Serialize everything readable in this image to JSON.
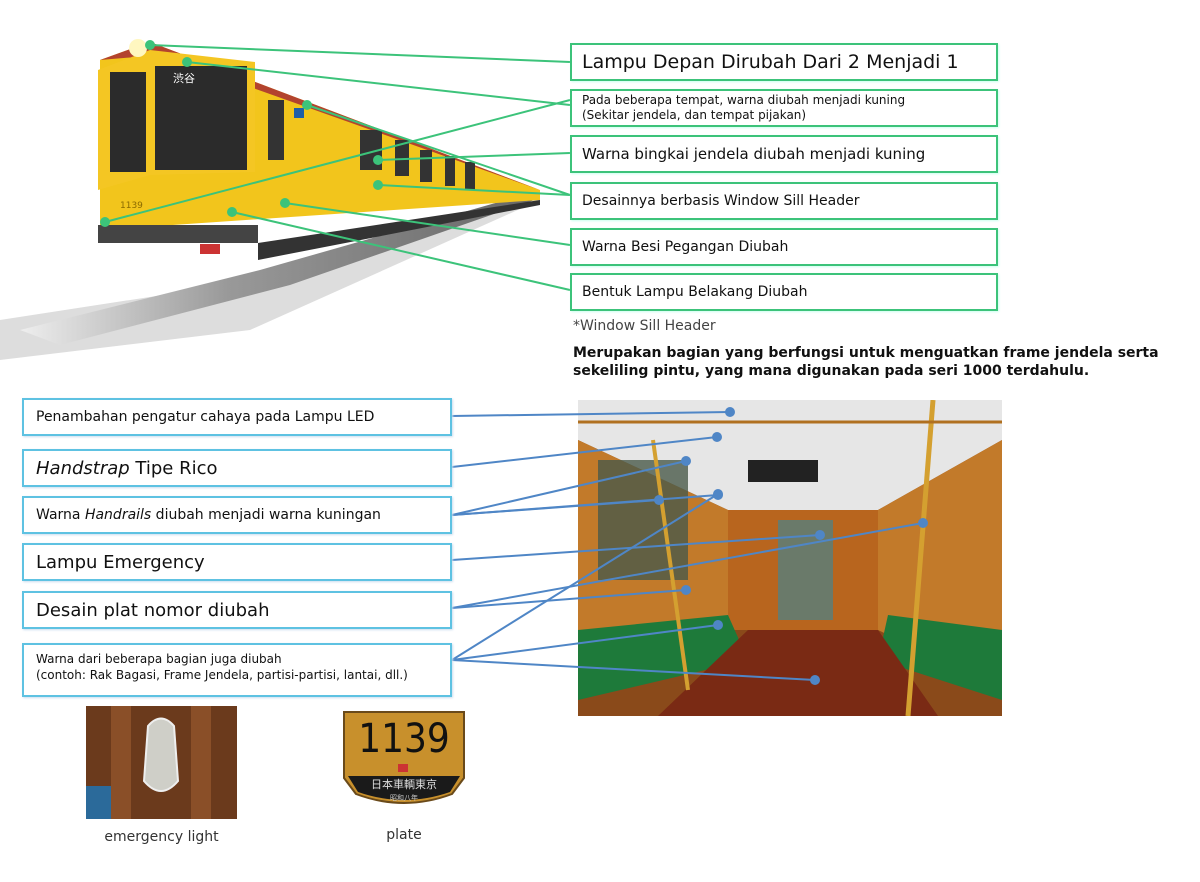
{
  "exterior_callouts": [
    {
      "text": "Lampu Depan Dirubah Dari 2 Menjadi 1"
    },
    {
      "line1": "Pada beberapa tempat, warna diubah menjadi kuning",
      "line2": "(Sekitar jendela, dan tempat pijakan)"
    },
    {
      "text": "Warna bingkai jendela diubah menjadi kuning"
    },
    {
      "text": "Desainnya berbasis Window Sill Header"
    },
    {
      "text": "Warna Besi Pegangan Diubah"
    },
    {
      "text": "Bentuk Lampu Belakang Diubah"
    }
  ],
  "note": {
    "heading": "*Window Sill Header",
    "body": "Merupakan bagian yang berfungsi untuk menguatkan frame jendela serta sekeliling pintu, yang mana digunakan pada seri 1000 terdahulu."
  },
  "interior_callouts": [
    {
      "text": "Penambahan pengatur cahaya pada Lampu LED"
    },
    {
      "italic": "Handstrap",
      "rest": " Tipe Rico"
    },
    {
      "pre": "Warna ",
      "italic": "Handrails",
      "rest": " diubah menjadi warna kuningan"
    },
    {
      "text": "Lampu Emergency"
    },
    {
      "text": "Desain plat nomor diubah"
    },
    {
      "line1": "Warna dari beberapa bagian juga diubah",
      "line2": "(contoh: Rak Bagasi, Frame Jendela, partisi-partisi, lantai, dll.)"
    }
  ],
  "train": {
    "destination_sign": "渋谷",
    "car_number": "1139"
  },
  "plate": {
    "number": "1139",
    "inscription": "日本車輌東京",
    "sub": "昭和八年"
  },
  "captions": {
    "emergency_light": "emergency light",
    "plate": "plate"
  },
  "colors": {
    "exterior_accent": "#3cc37a",
    "interior_accent": "#5ec2e2",
    "train_yellow": "#f2c51c",
    "leader_blue": "#4f86c6"
  }
}
